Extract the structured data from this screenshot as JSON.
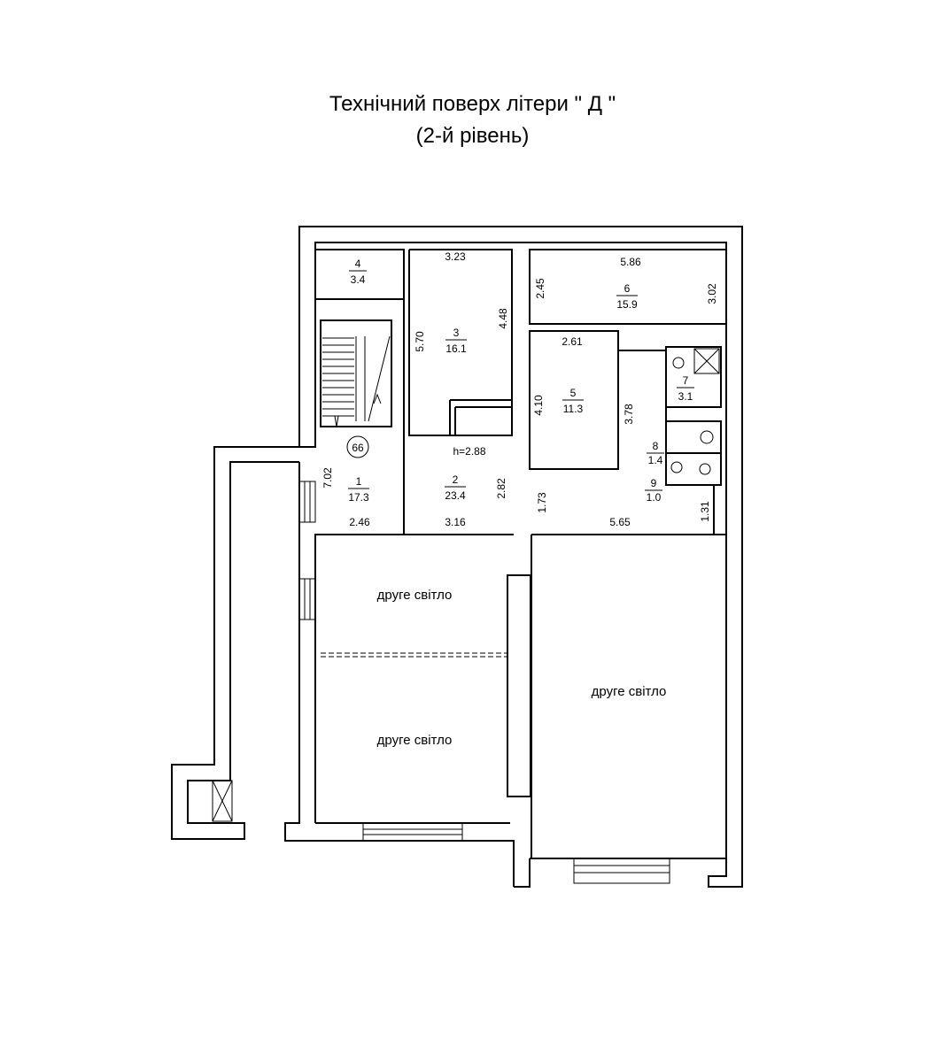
{
  "title": {
    "line1": "Технічний поверх літери \" Д \"",
    "line2": "(2-й рівень)"
  },
  "rooms": [
    {
      "id": "r1",
      "number": "1",
      "area": "17.3"
    },
    {
      "id": "r2",
      "number": "2",
      "area": "23.4"
    },
    {
      "id": "r3",
      "number": "3",
      "area": "16.1"
    },
    {
      "id": "r4",
      "number": "4",
      "area": "3.4"
    },
    {
      "id": "r5",
      "number": "5",
      "area": "11.3"
    },
    {
      "id": "r6",
      "number": "6",
      "area": "15.9"
    },
    {
      "id": "r7",
      "number": "7",
      "area": "3.1"
    },
    {
      "id": "r8",
      "number": "8",
      "area": "1.4"
    },
    {
      "id": "r9",
      "number": "9",
      "area": "1.0"
    }
  ],
  "dimensions": [
    "3.23",
    "4.48",
    "5.70",
    "5.86",
    "2.45",
    "3.02",
    "2.61",
    "4.10",
    "3.78",
    "7.02",
    "2.46",
    "3.16",
    "2.82",
    "1.73",
    "5.65",
    "1.31"
  ],
  "ceiling_height": "h=2.88",
  "stair_marker": "66",
  "second_light_label": "друге світло"
}
